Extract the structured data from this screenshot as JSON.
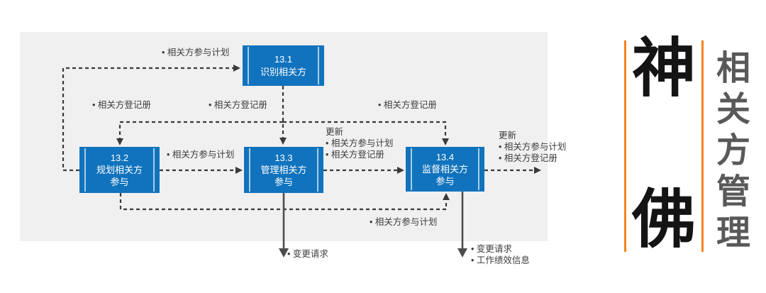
{
  "diagram": {
    "title_chapter": "相关方管理",
    "boxes": [
      {
        "code": "13.1",
        "name": "识别相关方",
        "label": "13.1\n识别相关方"
      },
      {
        "code": "13.2",
        "name": "规划相关方参与",
        "label": "13.2\n规划相关方\n参与"
      },
      {
        "code": "13.3",
        "name": "管理相关方参与",
        "label": "13.3\n管理相关方\n参与"
      },
      {
        "code": "13.4",
        "name": "监督相关方参与",
        "label": "13.4\n监督相关方\n参与"
      }
    ],
    "labels": [
      {
        "text": "• 相关方参与计划"
      },
      {
        "text": "• 相关方登记册"
      },
      {
        "text": "• 相关方登记册"
      },
      {
        "text": "• 相关方登记册"
      },
      {
        "text": "• 相关方参与计划"
      },
      {
        "text": "更新\n• 相关方参与计划\n• 相关方登记册"
      },
      {
        "text": "更新\n• 相关方参与计划\n• 相关方登记册"
      },
      {
        "text": "• 相关方参与计划"
      },
      {
        "text": "• 变更请求"
      },
      {
        "text": "• 变更请求\n• 工作绩效信息"
      }
    ],
    "colors": {
      "box_blue": "#1173bd",
      "panel_gray": "#f0f0f0",
      "connector_dark": "#3a3a3a",
      "accent_orange": "#f6821f",
      "side_title_gray": "#595959"
    }
  },
  "side": {
    "brand_char_top": "神",
    "brand_char_bottom": "佛",
    "vertical_title": "相关方管理"
  }
}
